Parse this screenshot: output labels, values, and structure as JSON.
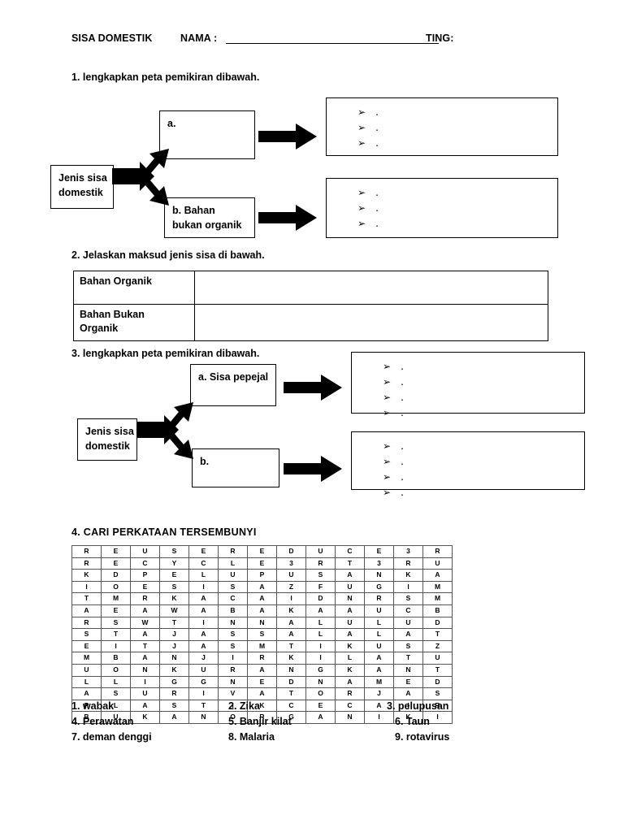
{
  "header": {
    "subject": "SISA DOMESTIK",
    "name_label": "NAMA :",
    "name_value": "",
    "class_label": "TING:"
  },
  "questions": {
    "q1": {
      "label": "1. lengkapkan peta pemikiran dibawah.",
      "root_box": "Jenis sisa\ndomestik",
      "branch_a": "a.",
      "branch_b": "b. Bahan\nbukan organik",
      "answers_a": [
        ". ",
        ". ",
        ". "
      ],
      "answers_b": [
        ". ",
        ". ",
        ". "
      ],
      "bullet_glyph": "➢",
      "bullet_dot": "."
    },
    "q2": {
      "label": "2. Jelaskan maksud jenis sisa di bawah.",
      "rows": [
        {
          "term": "Bahan Organik",
          "answer": ""
        },
        {
          "term": "Bahan Bukan\nOrganik",
          "answer": ""
        }
      ]
    },
    "q3": {
      "label": "3. lengkapkan peta pemikiran dibawah.",
      "root_box": "Jenis sisa\ndomestik",
      "branch_a": "a. Sisa pepejal",
      "branch_b": "b.",
      "answers_a": [
        ". ",
        ". ",
        ". ",
        ". "
      ],
      "answers_b": [
        ". ",
        ". ",
        ". ",
        ". "
      ]
    },
    "q4": {
      "label": "4. CARI PERKATAAN TERSEMBUNYI",
      "grid": [
        [
          "R",
          "E",
          "U",
          "S",
          "E",
          "R",
          "E",
          "D",
          "U",
          "C",
          "E",
          "3",
          "R"
        ],
        [
          "R",
          "E",
          "C",
          "Y",
          "C",
          "L",
          "E",
          "3",
          "R",
          "T",
          "3",
          "R",
          "U"
        ],
        [
          "K",
          "D",
          "P",
          "E",
          "L",
          "U",
          "P",
          "U",
          "S",
          "A",
          "N",
          "K",
          "A"
        ],
        [
          "I",
          "O",
          "E",
          "S",
          "I",
          "S",
          "A",
          "Z",
          "F",
          "U",
          "G",
          "I",
          "M"
        ],
        [
          "T",
          "M",
          "R",
          "K",
          "A",
          "C",
          "A",
          "I",
          "D",
          "N",
          "R",
          "S",
          "M"
        ],
        [
          "A",
          "E",
          "A",
          "W",
          "A",
          "B",
          "A",
          "K",
          "A",
          "A",
          "U",
          "C",
          "B"
        ],
        [
          "R",
          "S",
          "W",
          "T",
          "I",
          "N",
          "N",
          "A",
          "L",
          "U",
          "L",
          "U",
          "D"
        ],
        [
          "S",
          "T",
          "A",
          "J",
          "A",
          "S",
          "S",
          "A",
          "L",
          "A",
          "L",
          "A",
          "T"
        ],
        [
          "E",
          "I",
          "T",
          "J",
          "A",
          "S",
          "M",
          "T",
          "I",
          "K",
          "U",
          "S",
          "Z"
        ],
        [
          "M",
          "B",
          "A",
          "N",
          "J",
          "I",
          "R",
          "K",
          "I",
          "L",
          "A",
          "T",
          "U"
        ],
        [
          "U",
          "O",
          "N",
          "K",
          "U",
          "R",
          "A",
          "N",
          "G",
          "K",
          "A",
          "N",
          "T"
        ],
        [
          "L",
          "L",
          "I",
          "G",
          "G",
          "N",
          "E",
          "D",
          "N",
          "A",
          "M",
          "E",
          "D"
        ],
        [
          "A",
          "S",
          "U",
          "R",
          "I",
          "V",
          "A",
          "T",
          "O",
          "R",
          "J",
          "A",
          "S"
        ],
        [
          "P",
          "L",
          "A",
          "S",
          "T",
          "I",
          "K",
          "C",
          "E",
          "C",
          "A",
          "I",
          "R"
        ],
        [
          "B",
          "U",
          "K",
          "A",
          "N",
          "O",
          "R",
          "G",
          "A",
          "N",
          "I",
          "K",
          "I"
        ]
      ],
      "words": [
        [
          "1. wabak",
          "2. Zika",
          "3. pelupusan"
        ],
        [
          "4. Perawatan",
          "5. Banjir kilat",
          "6. Taun"
        ],
        [
          "7. deman denggi",
          "8. Malaria",
          "9. rotavirus"
        ]
      ]
    }
  }
}
